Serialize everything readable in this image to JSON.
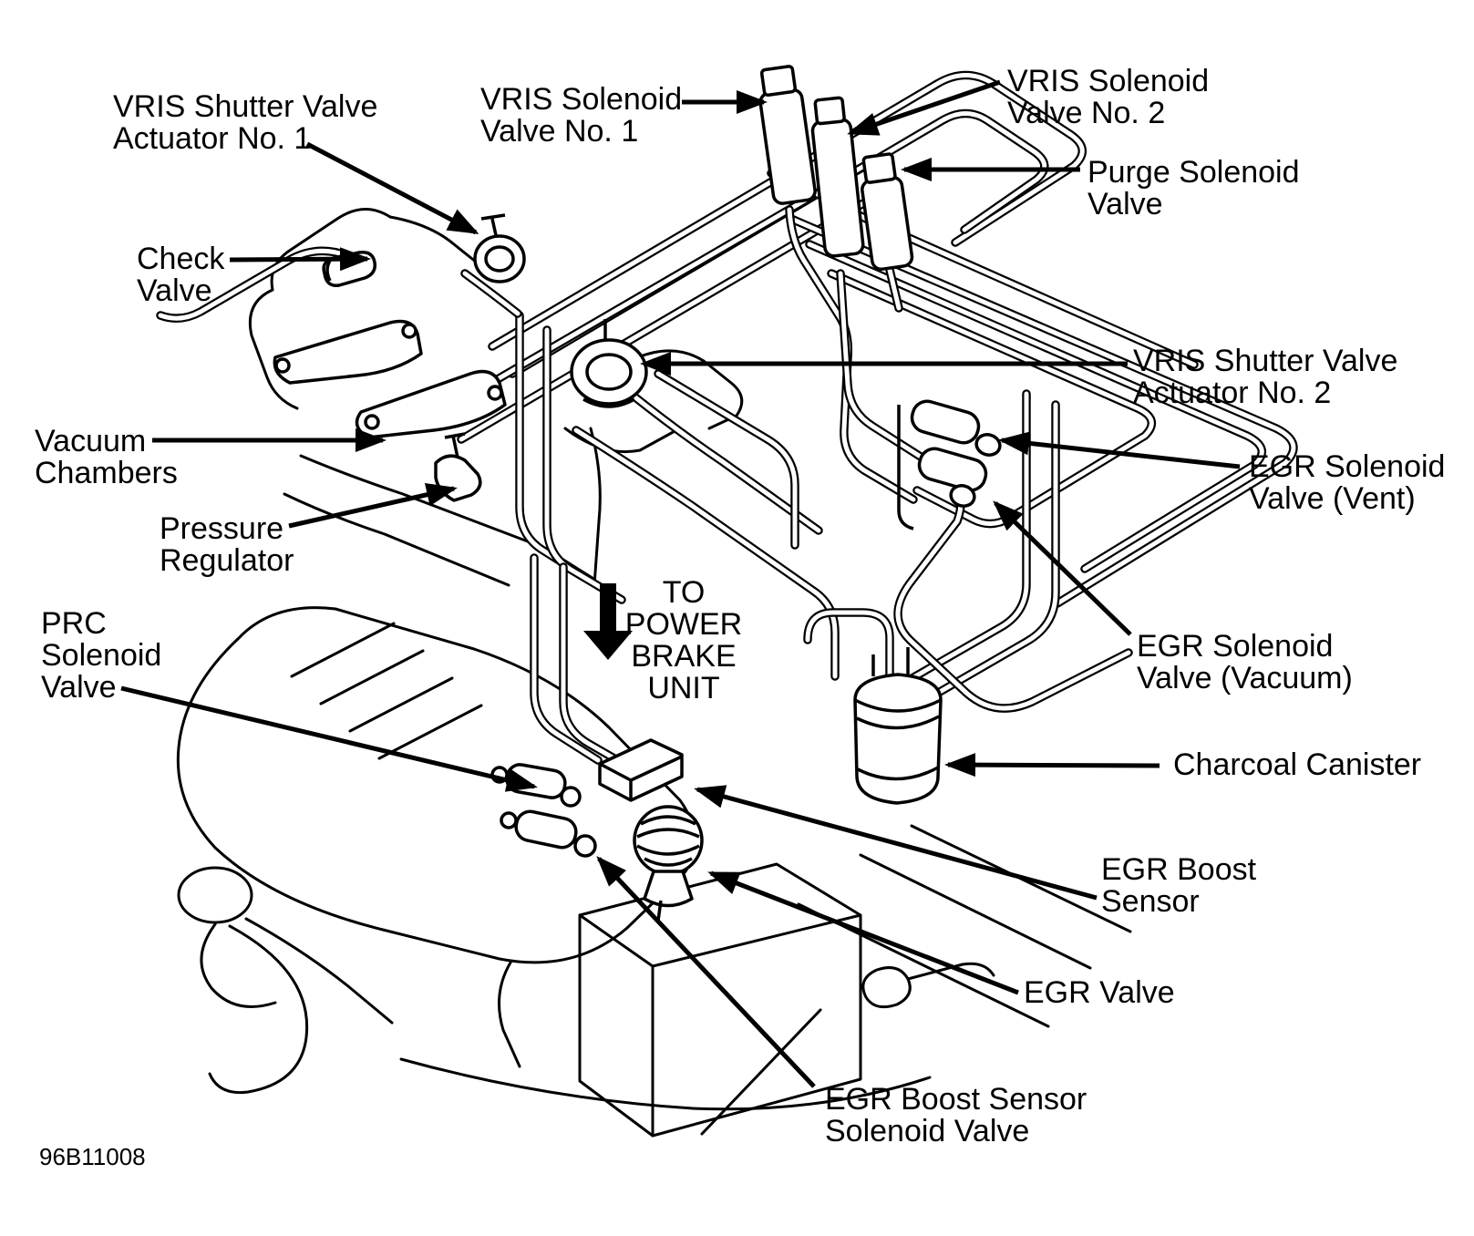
{
  "figure": {
    "code": "96B11008",
    "background_color": "#ffffff",
    "line_color": "#000000",
    "description_labels_count": 16
  },
  "labels": [
    {
      "id": "vris-shutter-valve-actuator-1",
      "lines": [
        "VRIS Shutter Valve",
        "Actuator No. 1"
      ]
    },
    {
      "id": "vris-solenoid-valve-1",
      "lines": [
        "VRIS Solenoid",
        "Valve No. 1"
      ]
    },
    {
      "id": "vris-solenoid-valve-2",
      "lines": [
        "VRIS Solenoid",
        "Valve No. 2"
      ]
    },
    {
      "id": "purge-solenoid-valve",
      "lines": [
        "Purge Solenoid",
        "Valve"
      ]
    },
    {
      "id": "check-valve",
      "lines": [
        "Check",
        "Valve"
      ]
    },
    {
      "id": "vris-shutter-valve-actuator-2",
      "lines": [
        "VRIS Shutter Valve",
        "Actuator No. 2"
      ]
    },
    {
      "id": "vacuum-chambers",
      "lines": [
        "Vacuum",
        "Chambers"
      ]
    },
    {
      "id": "egr-solenoid-valve-vent",
      "lines": [
        "EGR Solenoid",
        "Valve (Vent)"
      ]
    },
    {
      "id": "pressure-regulator",
      "lines": [
        "Pressure",
        "Regulator"
      ]
    },
    {
      "id": "egr-solenoid-valve-vacuum",
      "lines": [
        "EGR Solenoid",
        "Valve (Vacuum)"
      ]
    },
    {
      "id": "to-power-brake-unit",
      "lines": [
        "TO",
        "POWER",
        "BRAKE",
        "UNIT"
      ]
    },
    {
      "id": "prc-solenoid-valve",
      "lines": [
        "PRC",
        "Solenoid",
        "Valve"
      ]
    },
    {
      "id": "charcoal-canister",
      "lines": [
        "Charcoal Canister"
      ]
    },
    {
      "id": "egr-boost-sensor",
      "lines": [
        "EGR Boost",
        "Sensor"
      ]
    },
    {
      "id": "egr-valve",
      "lines": [
        "EGR Valve"
      ]
    },
    {
      "id": "egr-boost-sensor-solenoid-valve",
      "lines": [
        "EGR Boost Sensor",
        "Solenoid Valve"
      ]
    }
  ]
}
